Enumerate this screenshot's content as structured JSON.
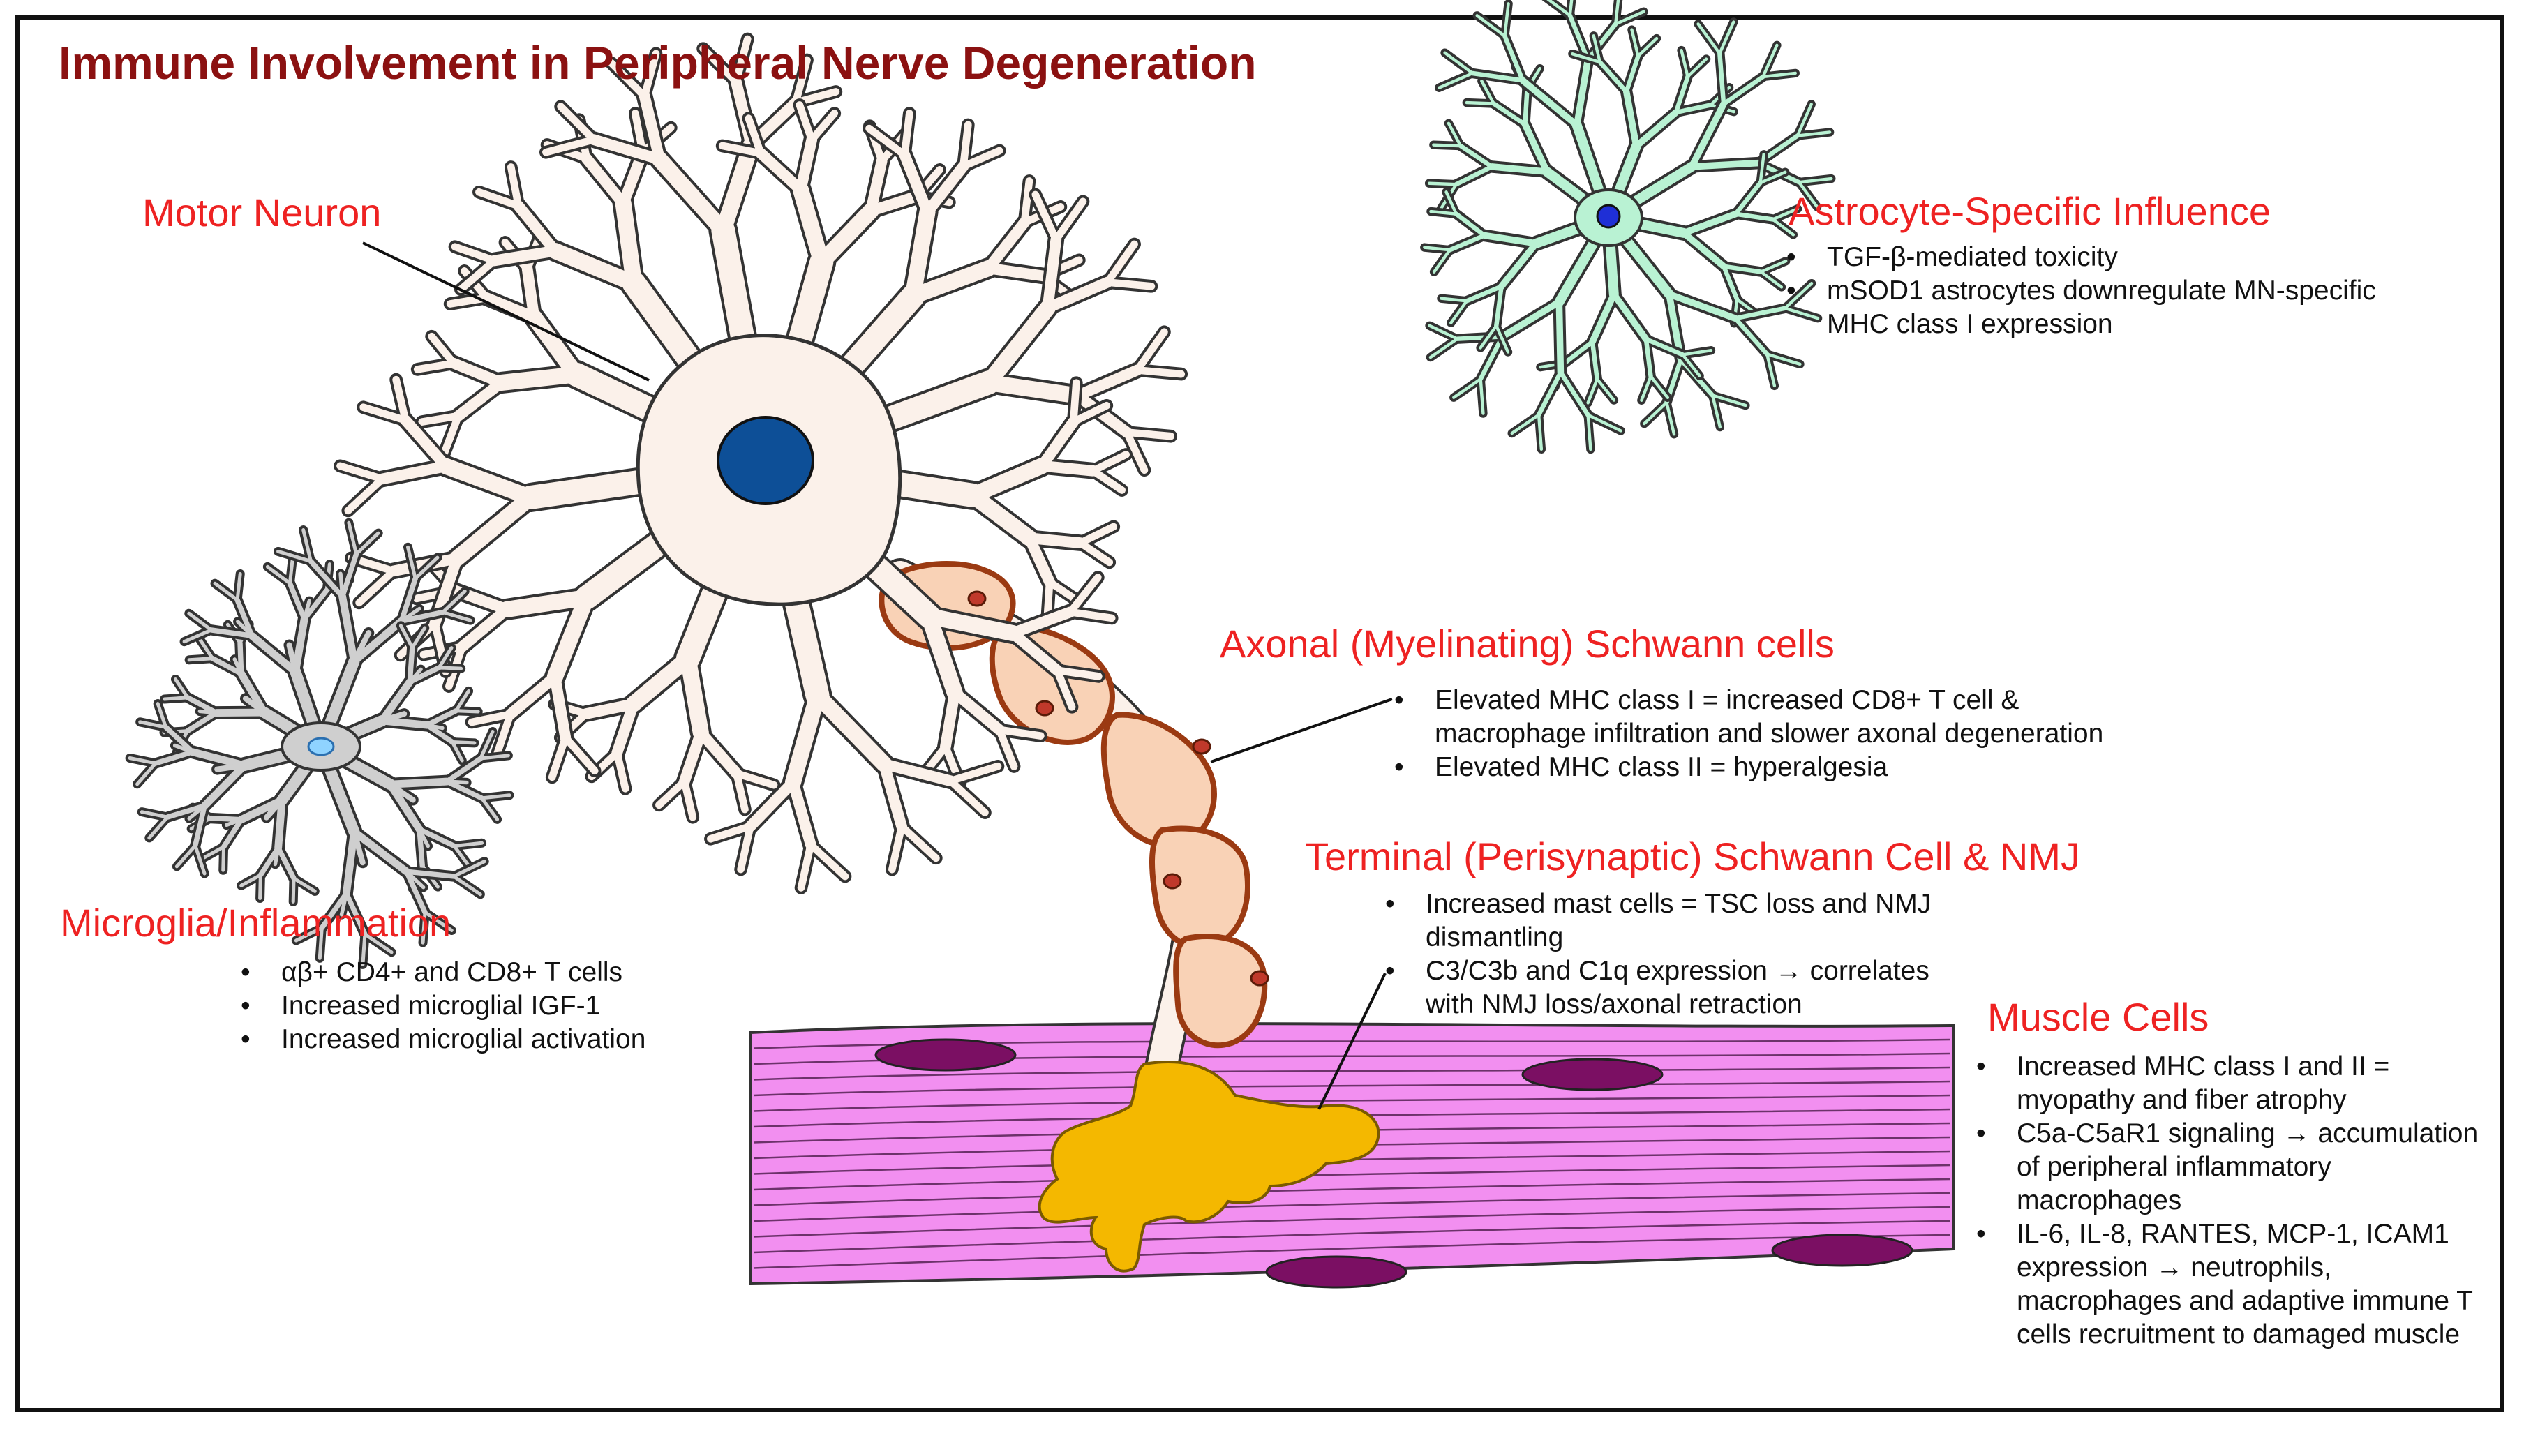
{
  "title": "Immune Involvement in Peripheral Nerve Degeneration",
  "sections": {
    "motor_neuron": {
      "heading": "Motor Neuron"
    },
    "astrocyte": {
      "heading": "Astrocyte-Specific Influence",
      "bullets": [
        "TGF-β-mediated toxicity",
        "mSOD1 astrocytes downregulate MN-specific MHC class I expression"
      ]
    },
    "axonal_schwann": {
      "heading": "Axonal (Myelinating) Schwann cells",
      "bullets": [
        "Elevated MHC class I = increased CD8+ T cell & macrophage infiltration and slower axonal degeneration",
        "Elevated MHC class II = hyperalgesia"
      ]
    },
    "terminal_schwann": {
      "heading": "Terminal (Perisynaptic) Schwann Cell & NMJ",
      "bullets": [
        "Increased mast cells = TSC loss and NMJ dismantling",
        "C3/C3b and C1q expression → correlates with NMJ loss/axonal retraction"
      ]
    },
    "microglia": {
      "heading": "Microglia/Inflammation",
      "bullets": [
        "αβ+ CD4+ and CD8+ T cells",
        "Increased microglial IGF-1",
        "Increased microglial activation"
      ]
    },
    "muscle": {
      "heading": "Muscle Cells",
      "bullets": [
        "Increased MHC class I and II = myopathy and fiber atrophy",
        "C5a-C5aR1 signaling → accumulation of peripheral inflammatory macrophages",
        "IL-6, IL-8, RANTES, MCP-1, ICAM1 expression → neutrophils, macrophages and adaptive immune T cells recruitment to damaged muscle"
      ]
    }
  },
  "colors": {
    "title": "#8b1111",
    "heading": "#ee2222",
    "neuron_fill": "#fbf1ea",
    "nucleus": "#0d4f97",
    "astrocyte": "#b9f2d3",
    "microglia": "#cfcfcf",
    "schwann_fill": "#f9d2b6",
    "schwann_stroke": "#9b3a12",
    "muscle": "#f28ff0",
    "muscle_nucleus": "#7b0f63",
    "nmj": "#f4b800"
  }
}
